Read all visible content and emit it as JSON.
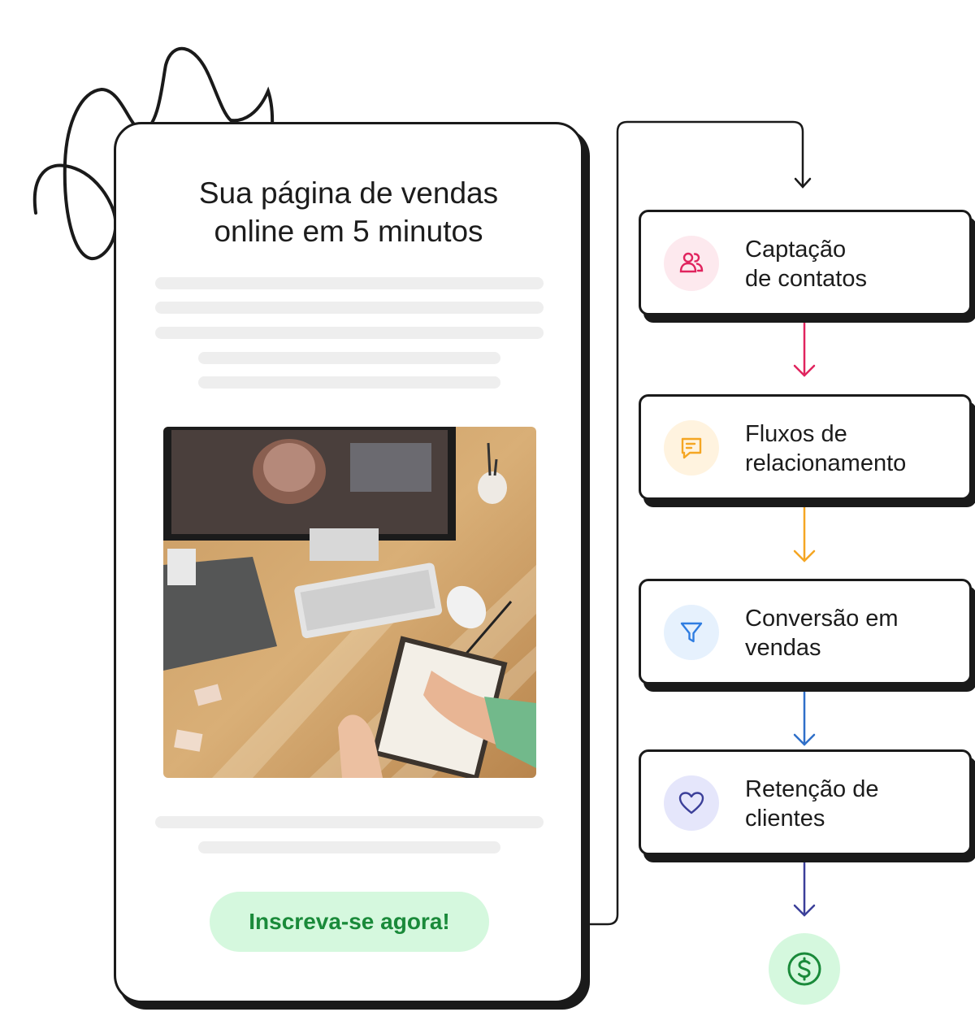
{
  "page": {
    "title_lines": [
      "Sua página de vendas",
      "online em 5 minutos"
    ],
    "cta_label": "Inscreva-se agora!"
  },
  "steps": [
    {
      "lines": [
        "Captação",
        "de contatos"
      ],
      "icon": "users-icon",
      "color": "#e0245e",
      "bg": "#fde9ee"
    },
    {
      "lines": [
        "Fluxos de",
        "relacionamento"
      ],
      "icon": "message-icon",
      "color": "#f5a623",
      "bg": "#fff3df"
    },
    {
      "lines": [
        "Conversão em",
        "vendas"
      ],
      "icon": "funnel-icon",
      "color": "#2f7de1",
      "bg": "#e6f1fd"
    },
    {
      "lines": [
        "Retenção de",
        "clientes"
      ],
      "icon": "heart-icon",
      "color": "#3b3f99",
      "bg": "#e5e6fb"
    }
  ],
  "final": {
    "icon": "dollar-coin-icon",
    "color": "#1a8a3a",
    "bg": "#d5f8de"
  }
}
